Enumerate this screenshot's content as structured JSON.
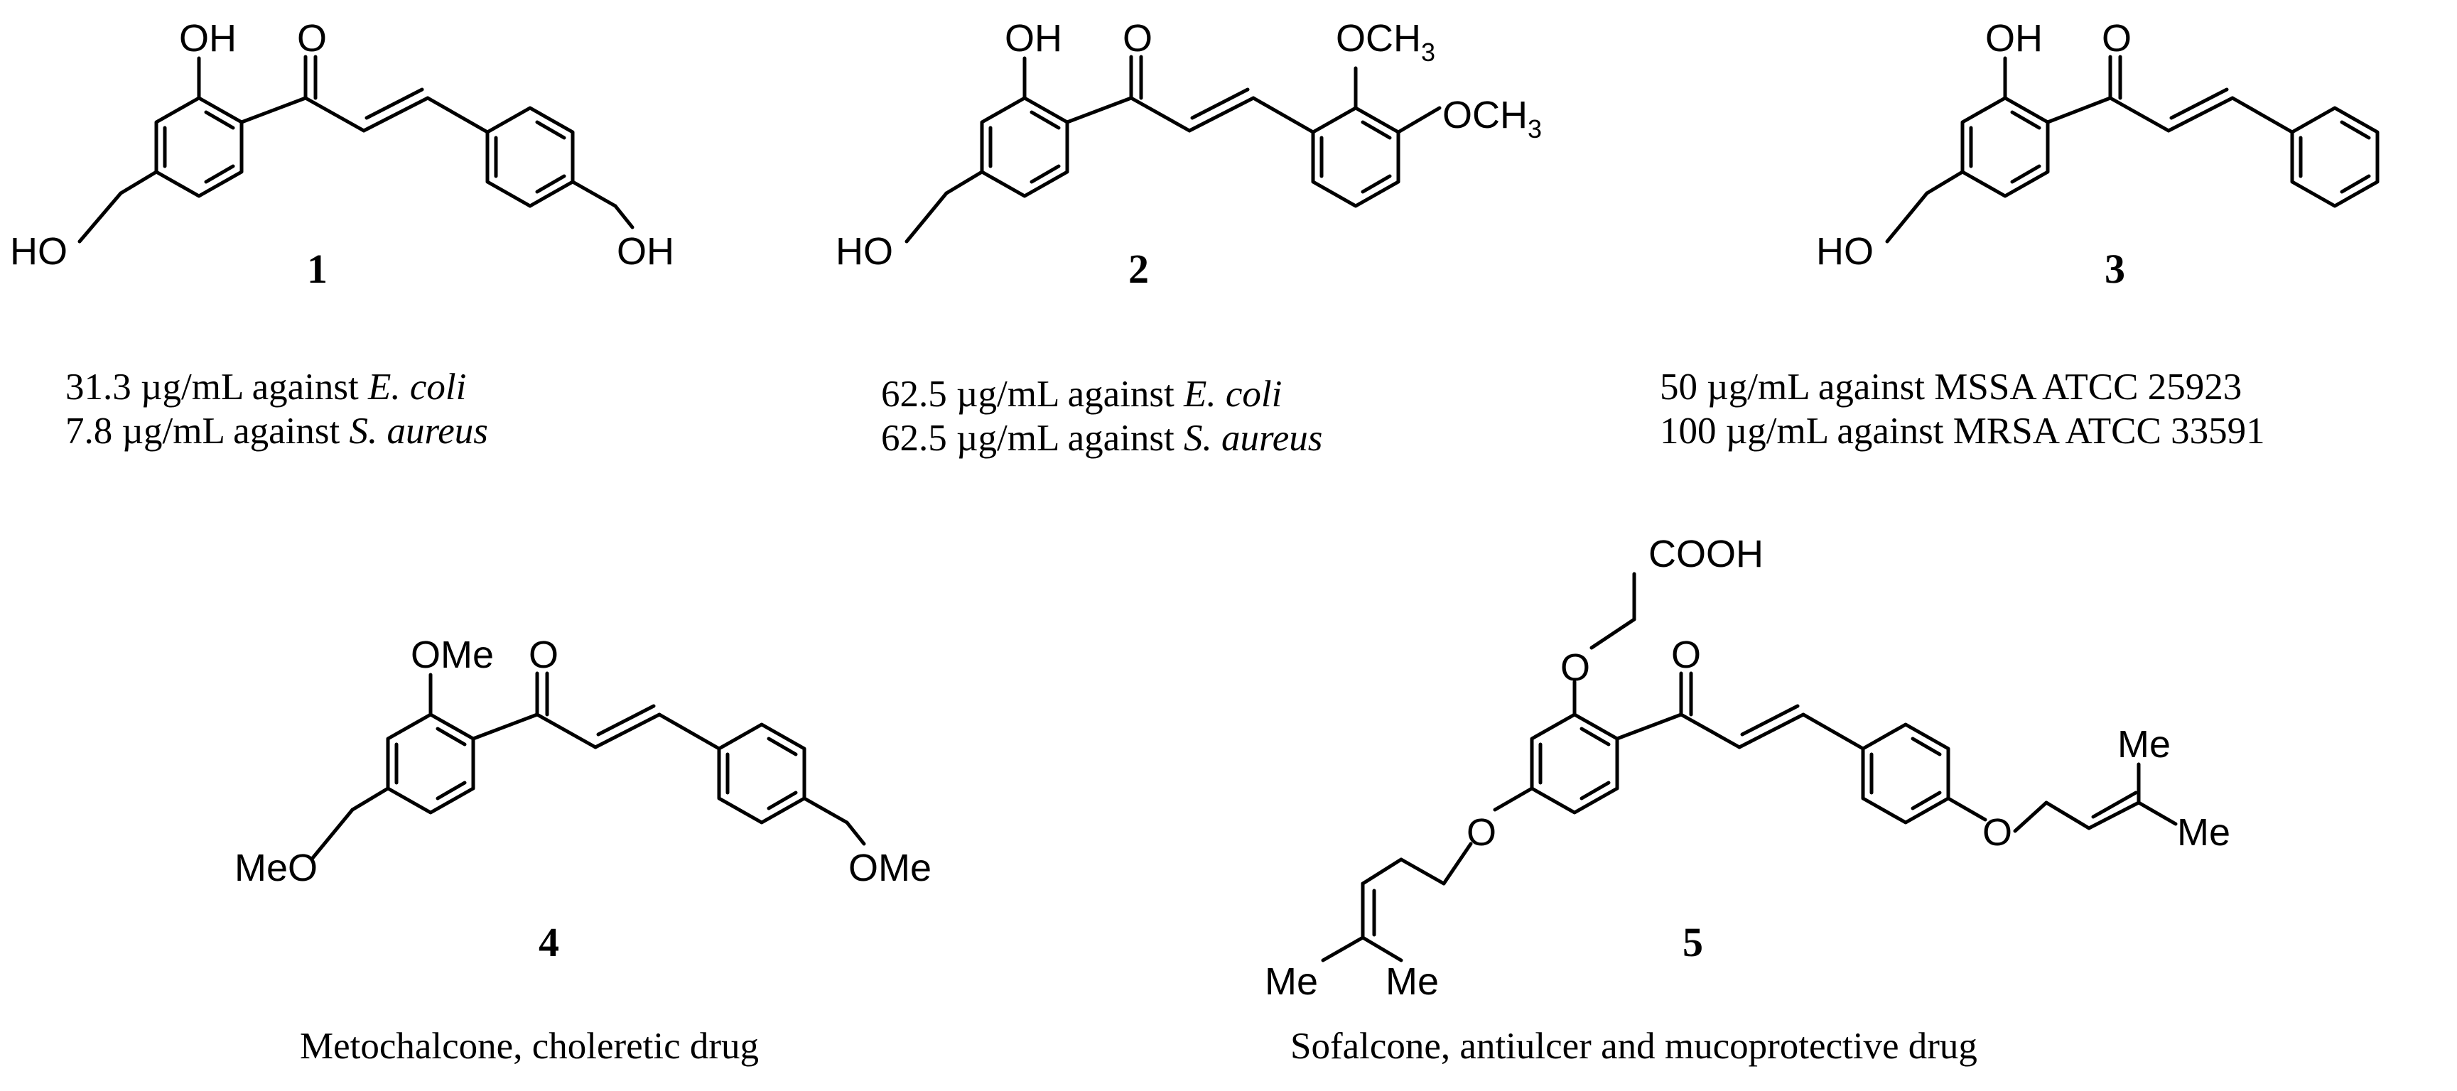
{
  "compounds": [
    {
      "number": "1",
      "substituents": {
        "top": "OH",
        "left": "HO",
        "right": "OH"
      },
      "carbonyl": "O",
      "activity": [
        {
          "value": "31.3 µg/mL against ",
          "organism": "E. coli"
        },
        {
          "value": "7.8  µg/mL against ",
          "organism": "S. aureus"
        }
      ]
    },
    {
      "number": "2",
      "substituents": {
        "top": "OH",
        "left": "HO",
        "methoxy_top": "OCH",
        "methoxy_top_sub": "3",
        "methoxy_right": "OCH",
        "methoxy_right_sub": "3"
      },
      "carbonyl": "O",
      "activity": [
        {
          "value": "62.5 µg/mL against ",
          "organism": "E. coli"
        },
        {
          "value": "62.5  µg/mL against ",
          "organism": "S. aureus"
        }
      ]
    },
    {
      "number": "3",
      "substituents": {
        "top": "OH",
        "left": "HO"
      },
      "carbonyl": "O",
      "activity": [
        {
          "value": "50 µg/mL against MSSA ATCC 25923"
        },
        {
          "value": "100 µg/mL against MRSA ATCC 33591"
        }
      ]
    },
    {
      "number": "4",
      "substituents": {
        "top": "OMe",
        "left": "MeO",
        "right": "OMe"
      },
      "carbonyl": "O",
      "caption": "Metochalcone, choleretic drug"
    },
    {
      "number": "5",
      "substituents": {
        "acid": "COOH",
        "ether_o": "O",
        "left_o": "O",
        "right_o": "O",
        "me1": "Me",
        "me2": "Me",
        "me3": "Me",
        "me4": "Me"
      },
      "carbonyl": "O",
      "caption": "Sofalcone, antiulcer and mucoprotective drug"
    }
  ]
}
